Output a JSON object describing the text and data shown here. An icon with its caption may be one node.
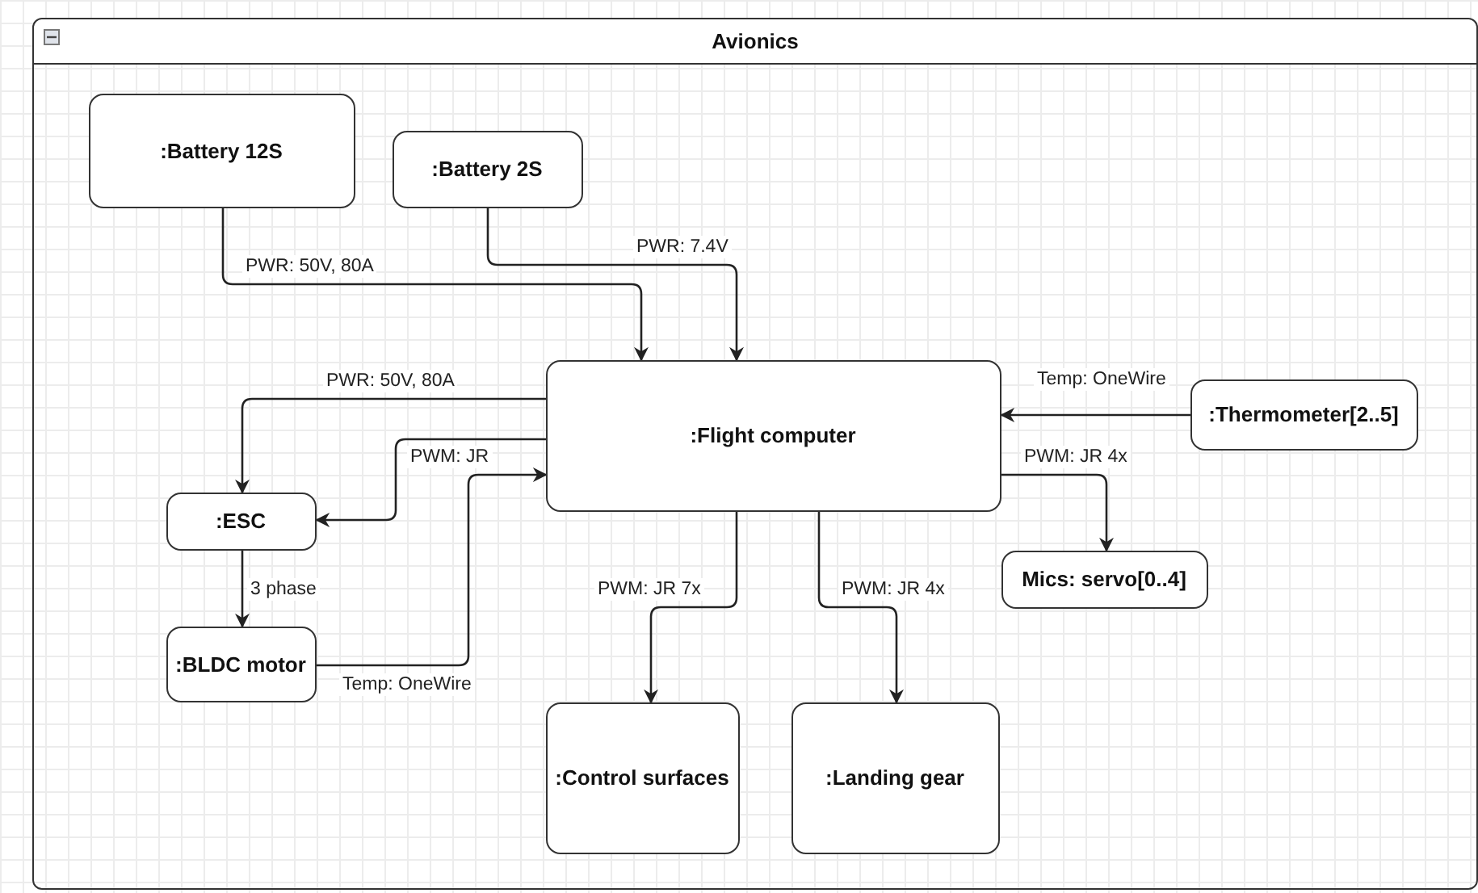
{
  "diagram": {
    "nodes": [
      {
        "text": [
          "Avionics"
        ]
      },
      {
        "text": [
          ":Battery 12S"
        ],
        "in": 0
      },
      {
        "text": [
          ":Battery 2S"
        ],
        "in": 0
      },
      {
        "text": [
          ":Flight computer"
        ],
        "in": 0
      },
      {
        "text": [
          ":Thermometer[2..5]"
        ],
        "in": 0
      },
      {
        "text": [
          ":ESC"
        ],
        "in": 0
      },
      {
        "text": [
          ":BLDC motor"
        ],
        "in": 0
      },
      {
        "text": [
          "Mics: servo[0..4]"
        ],
        "in": 0
      },
      {
        "text": [
          ":Control surfaces"
        ],
        "in": 0
      },
      {
        "text": [
          ":Landing gear"
        ],
        "in": 0
      }
    ],
    "edges": [
      {
        "from": 1,
        "to": 3,
        "arrow": "to",
        "label": "PWR: 50V, 80A"
      },
      {
        "from": 2,
        "to": 3,
        "arrow": "to",
        "label": "PWR: 7.4V"
      },
      {
        "from": 3,
        "to": 5,
        "arrow": "to",
        "label": "PWR: 50V, 80A"
      },
      {
        "from": 3,
        "to": 5,
        "arrow": "to",
        "label": "PWM: JR"
      },
      {
        "from": 6,
        "to": 3,
        "arrow": "to",
        "label": "Temp: OneWire"
      },
      {
        "from": 4,
        "to": 3,
        "arrow": "to",
        "label": "Temp: OneWire"
      },
      {
        "from": 3,
        "to": 7,
        "arrow": "to",
        "label": "PWM: JR 4x"
      },
      {
        "from": 3,
        "to": 8,
        "arrow": "to",
        "label": "PWM: JR 7x"
      },
      {
        "from": 3,
        "to": 9,
        "arrow": "to",
        "label": "PWM: JR 4x"
      },
      {
        "from": 5,
        "to": 6,
        "arrow": "to",
        "label": "3 phase"
      }
    ]
  }
}
